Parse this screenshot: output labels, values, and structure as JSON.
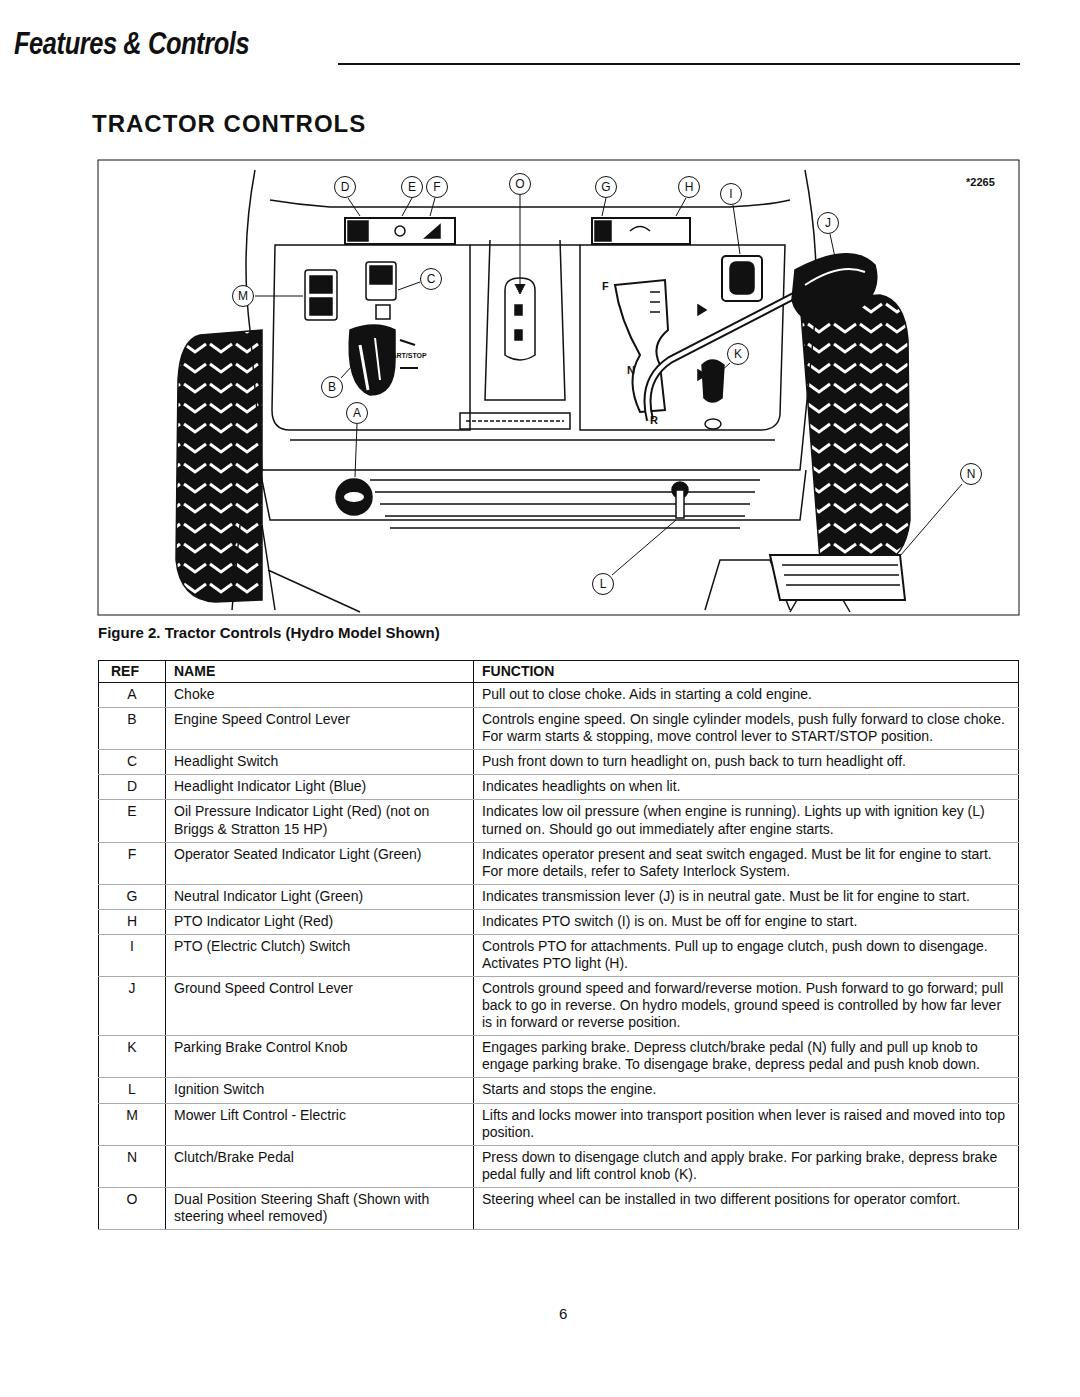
{
  "diagram": {
    "title": "Features & Controls",
    "caption": "Figure 2. Tractor Controls (Hydro Model Shown)",
    "nodes": [
      {
        "text": [
          "D"
        ]
      },
      {
        "text": [
          "E"
        ]
      },
      {
        "text": [
          "F"
        ]
      },
      {
        "text": [
          "O"
        ]
      },
      {
        "text": [
          "G"
        ]
      },
      {
        "text": [
          "H"
        ]
      },
      {
        "text": [
          "I"
        ]
      },
      {
        "text": [
          "J"
        ]
      },
      {
        "text": [
          "M"
        ]
      },
      {
        "text": [
          "C"
        ]
      },
      {
        "text": [
          "K"
        ]
      },
      {
        "text": [
          "B"
        ]
      },
      {
        "text": [
          "A"
        ]
      },
      {
        "text": [
          "N"
        ]
      },
      {
        "text": [
          "L"
        ]
      }
    ],
    "edges": [],
    "labels": [
      "TRACTOR CONTROLS",
      "*2265",
      "START/STOP",
      "F",
      "N",
      "R",
      "REF",
      "NAME",
      "FUNCTION",
      "A",
      "Choke",
      "Pull out to close choke. Aids in starting a cold engine.",
      "B",
      "Engine Speed Control Lever",
      "Controls engine speed. On single cylinder models, push fully forward to close choke. For warm starts & stopping, move control lever to START/STOP position.",
      "C",
      "Headlight Switch",
      "Push front down to turn headlight on, push back to turn headlight off.",
      "D",
      "Headlight Indicator Light (Blue)",
      "Indicates headlights on when lit.",
      "E",
      "Oil Pressure Indicator Light (Red) (not on Briggs & Stratton 15 HP)",
      "Indicates low oil pressure (when engine is running). Lights up with ignition key (L) turned on. Should go out immediately after engine starts.",
      "F",
      "Operator Seated Indicator Light (Green)",
      "Indicates operator present and seat switch engaged. Must be lit for engine to start. For more details, refer to Safety Interlock System.",
      "G",
      "Neutral Indicator Light (Green)",
      "Indicates transmission lever (J) is in neutral gate. Must be lit for engine to start.",
      "H",
      "PTO Indicator Light (Red)",
      "Indicates PTO switch (I) is on. Must be off for engine to start.",
      "I",
      "PTO (Electric Clutch) Switch",
      "Controls PTO for attachments. Pull up to engage clutch, push down to disengage. Activates PTO light (H).",
      "J",
      "Ground Speed Control Lever",
      "Controls ground speed and forward/reverse motion. Push forward to go forward; pull back to go in reverse. On hydro models, ground speed is controlled by how far lever is in forward or reverse position.",
      "K",
      "Parking Brake Control Knob",
      "Engages parking brake. Depress clutch/brake pedal (N) fully and pull up knob to engage parking brake. To disengage brake, depress pedal and push knob down.",
      "L",
      "Ignition Switch",
      "Starts and stops the engine.",
      "M",
      "Mower Lift Control - Electric",
      "Lifts and locks mower into transport position when lever is raised and moved into top position.",
      "N",
      "Clutch/Brake Pedal",
      "Press down to disengage clutch and apply brake. For parking brake, depress brake pedal fully and lift control knob (K).",
      "O",
      "Dual Position Steering Shaft (Shown with steering wheel removed)",
      "Steering wheel can be installed in two different positions for operator comfort.",
      "6"
    ]
  }
}
